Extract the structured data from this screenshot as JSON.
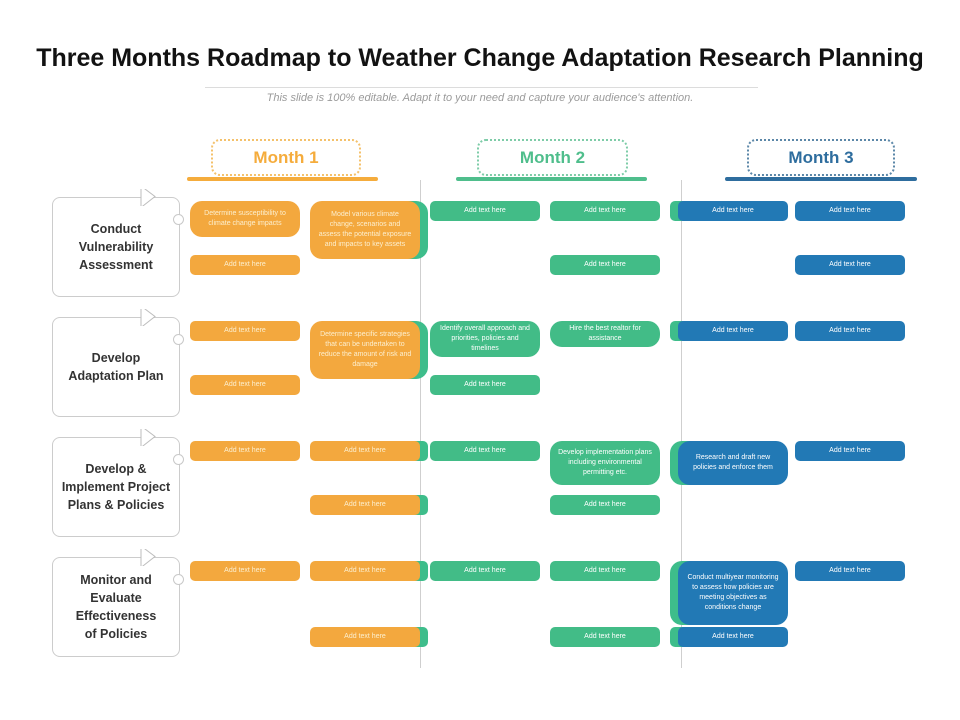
{
  "title": "Three Months Roadmap to Weather Change Adaptation Research Planning",
  "subtitle": "This slide is 100% editable. Adapt it to your need and capture your audience's attention.",
  "months": [
    {
      "label": "Month 1",
      "color": "#F5AC3C",
      "border": "#F4C16B"
    },
    {
      "label": "Month 2",
      "color": "#4FBE8C",
      "border": "#7ECCA8"
    },
    {
      "label": "Month 3",
      "color": "#2E6D9E",
      "border": "#5B87A8"
    }
  ],
  "rows": [
    {
      "label": "Conduct\nVulnerability\nAssessment"
    },
    {
      "label": "Develop\nAdaptation Plan"
    },
    {
      "label": "Develop &\nImplement Project\nPlans & Policies"
    },
    {
      "label": "Monitor and Evaluate\nEffectiveness\nof Policies"
    }
  ],
  "colors": {
    "orange": "#F3A83E",
    "green": "#42BC87",
    "blue": "#2279B5",
    "accent": "#3EBD8B",
    "text_on_orange": "#FCEFCF",
    "text_on_green": "#FFFFFF",
    "text_on_blue": "#FFFFFF"
  },
  "cells": [
    {
      "band": 1,
      "col": "m1a",
      "slot": "top",
      "size": "m3",
      "color": "orange",
      "accent": null,
      "text": "Determine susceptibility to climate change impacts"
    },
    {
      "band": 1,
      "col": "m1a",
      "slot": "bottom",
      "size": "sm",
      "color": "orange",
      "accent": null,
      "text": "Add text here"
    },
    {
      "band": 1,
      "col": "m1b",
      "slot": "top",
      "size": "l5",
      "color": "orange",
      "accent": "right",
      "text": "Model various climate change, scenarios and assess the potential exposure and impacts to key assets"
    },
    {
      "band": 1,
      "col": "m2a",
      "slot": "top",
      "size": "sm",
      "color": "green",
      "accent": null,
      "text": "Add text here"
    },
    {
      "band": 1,
      "col": "m2b",
      "slot": "top",
      "size": "sm",
      "color": "green",
      "accent": null,
      "text": "Add text here"
    },
    {
      "band": 1,
      "col": "m2b",
      "slot": "bottom",
      "size": "sm",
      "color": "green",
      "accent": null,
      "text": "Add text here"
    },
    {
      "band": 1,
      "col": "m3a",
      "slot": "top",
      "size": "sm",
      "color": "blue",
      "accent": "left",
      "text": "Add text here"
    },
    {
      "band": 1,
      "col": "m3b",
      "slot": "top",
      "size": "sm",
      "color": "blue",
      "accent": null,
      "text": "Add text here"
    },
    {
      "band": 1,
      "col": "m3b",
      "slot": "bottom",
      "size": "sm",
      "color": "blue",
      "accent": null,
      "text": "Add text here"
    },
    {
      "band": 2,
      "col": "m1a",
      "slot": "top",
      "size": "sm",
      "color": "orange",
      "accent": null,
      "text": "Add text here"
    },
    {
      "band": 2,
      "col": "m1a",
      "slot": "bottom",
      "size": "sm",
      "color": "orange",
      "accent": null,
      "text": "Add text here"
    },
    {
      "band": 2,
      "col": "m1b",
      "slot": "top",
      "size": "l5",
      "color": "orange",
      "accent": "right",
      "text": "Determine specific strategies that can be undertaken to reduce the amount of risk and damage"
    },
    {
      "band": 2,
      "col": "m2a",
      "slot": "top",
      "size": "m3",
      "color": "green",
      "accent": null,
      "text": "Identify overall approach and priorities, policies and timelines"
    },
    {
      "band": 2,
      "col": "m2a",
      "slot": "bottom",
      "size": "sm",
      "color": "green",
      "accent": null,
      "text": "Add text here"
    },
    {
      "band": 2,
      "col": "m2b",
      "slot": "top",
      "size": "s2",
      "color": "green",
      "accent": null,
      "text": "Hire the best realtor for assistance"
    },
    {
      "band": 2,
      "col": "m3a",
      "slot": "top",
      "size": "sm",
      "color": "blue",
      "accent": "left",
      "text": "Add text here"
    },
    {
      "band": 2,
      "col": "m3b",
      "slot": "top",
      "size": "sm",
      "color": "blue",
      "accent": null,
      "text": "Add text here"
    },
    {
      "band": 3,
      "col": "m1a",
      "slot": "top",
      "size": "sm",
      "color": "orange",
      "accent": null,
      "text": "Add text here"
    },
    {
      "band": 3,
      "col": "m1b",
      "slot": "top",
      "size": "sm",
      "color": "orange",
      "accent": "right",
      "text": "Add text here"
    },
    {
      "band": 3,
      "col": "m1b",
      "slot": "bottom",
      "size": "sm",
      "color": "orange",
      "accent": "right",
      "text": "Add text here"
    },
    {
      "band": 3,
      "col": "m2a",
      "slot": "top",
      "size": "sm",
      "color": "green",
      "accent": null,
      "text": "Add text here"
    },
    {
      "band": 3,
      "col": "m2b",
      "slot": "top",
      "size": "m4",
      "color": "green",
      "accent": null,
      "text": "Develop implementation plans including environmental permitting etc."
    },
    {
      "band": 3,
      "col": "m2b",
      "slot": "bottom",
      "size": "sm",
      "color": "green",
      "accent": null,
      "text": "Add text here"
    },
    {
      "band": 3,
      "col": "m3a",
      "slot": "top",
      "size": "m4",
      "color": "blue",
      "accent": "left",
      "text": "Research and draft new policies and enforce them"
    },
    {
      "band": 3,
      "col": "m3b",
      "slot": "top",
      "size": "sm",
      "color": "blue",
      "accent": null,
      "text": "Add text here"
    },
    {
      "band": 4,
      "col": "m1a",
      "slot": "top",
      "size": "sm",
      "color": "orange",
      "accent": null,
      "text": "Add text here"
    },
    {
      "band": 4,
      "col": "m1b",
      "slot": "top",
      "size": "sm",
      "color": "orange",
      "accent": "right",
      "text": "Add text here"
    },
    {
      "band": 4,
      "col": "m1b",
      "slot": "bottom",
      "size": "sm",
      "color": "orange",
      "accent": "right",
      "text": "Add text here"
    },
    {
      "band": 4,
      "col": "m2a",
      "slot": "top",
      "size": "sm",
      "color": "green",
      "accent": null,
      "text": "Add text here"
    },
    {
      "band": 4,
      "col": "m2b",
      "slot": "top",
      "size": "sm",
      "color": "green",
      "accent": null,
      "text": "Add text here"
    },
    {
      "band": 4,
      "col": "m2b",
      "slot": "bottom",
      "size": "sm",
      "color": "green",
      "accent": null,
      "text": "Add text here"
    },
    {
      "band": 4,
      "col": "m3a",
      "slot": "top",
      "size": "x5",
      "color": "blue",
      "accent": "left",
      "text": "Conduct multiyear monitoring to assess how policies are meeting objectives as conditions change"
    },
    {
      "band": 4,
      "col": "m3a",
      "slot": "bottom",
      "size": "sm",
      "color": "blue",
      "accent": "left",
      "text": "Add text here"
    },
    {
      "band": 4,
      "col": "m3b",
      "slot": "top",
      "size": "sm",
      "color": "blue",
      "accent": null,
      "text": "Add text here"
    }
  ]
}
